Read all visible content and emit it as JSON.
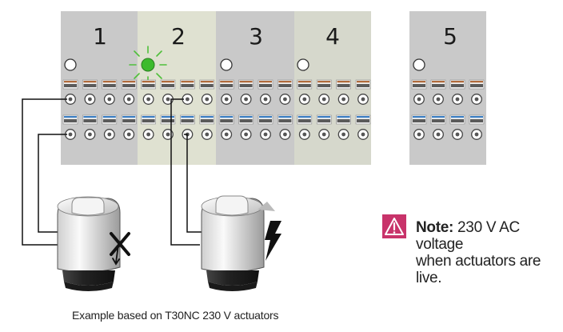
{
  "zones": [
    "1",
    "2",
    "3",
    "4",
    "5"
  ],
  "active_zone": "2",
  "colors": {
    "panel": "#c9c9c9",
    "panel_active": "#dfe1d1",
    "led_on": "#3dbb2e",
    "wire_brown": "#b06a3c",
    "wire_blue": "#3d7fc4",
    "warning": "#c8336a"
  },
  "icons": {
    "warning": "warning-triangle-icon",
    "live": "lightning-bolt-icon",
    "unpowered": "crossed-out-icon"
  },
  "note": {
    "label": "Note:",
    "line1": " 230 V AC voltage",
    "line2": "when actuators are live."
  },
  "caption": "Example based on T30NC 230 V actuators"
}
